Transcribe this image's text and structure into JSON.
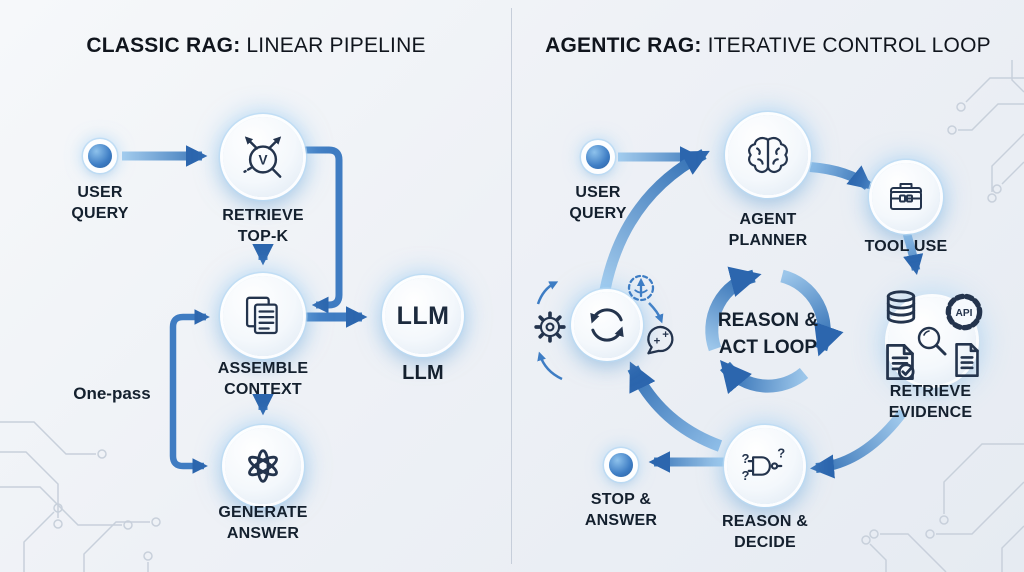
{
  "left": {
    "title": {
      "bold": "CLASSIC RAG:",
      "rest": "LINEAR PIPELINE"
    },
    "nodes": {
      "user_query": {
        "label": "USER QUERY",
        "icon": "dot-node-icon"
      },
      "retrieve_topk": {
        "label": "RETRIEVE TOP-K",
        "icon": "vector-search-icon",
        "glyph": "V"
      },
      "assemble_context": {
        "label": "ASSEMBLE CONTEXT",
        "icon": "documents-icon"
      },
      "llm": {
        "text": "LLM",
        "label": "LLM"
      },
      "generate_answer": {
        "label": "GENERATE ANSWER",
        "icon": "openai-icon"
      }
    },
    "annotation": "One-pass"
  },
  "right": {
    "title": {
      "bold": "AGENTIC RAG:",
      "rest": "ITERATIVE CONTROL LOOP"
    },
    "nodes": {
      "user_query": {
        "label": "USER QUERY",
        "icon": "dot-node-icon"
      },
      "agent_planner": {
        "label": "AGENT PLANNER",
        "icon": "brain-icon"
      },
      "tool_use": {
        "label": "TOOL USE",
        "icon": "toolbox-icon"
      },
      "retrieve_evidence": {
        "label": "RETRIEVE EVIDENCE",
        "icon": "magnifier-icon",
        "api_badge": "API",
        "satellites": [
          "database-icon",
          "api-gear-icon",
          "doc-check-icon",
          "doc-icon"
        ]
      },
      "reason_decide": {
        "label": "REASON & DECIDE",
        "icon": "logic-gate-icon"
      },
      "stop_answer": {
        "label": "STOP & ANSWER",
        "icon": "dot-node-icon"
      },
      "refine_cycle": {
        "icon": "cycle-icon",
        "satellites": [
          "gear-icon",
          "update-orbit-icon",
          "bubble-plus-icon"
        ]
      }
    },
    "center_loop": {
      "line1": "REASON &",
      "line2": "ACT LOOP"
    }
  },
  "glyphs": {
    "question_mark": "?",
    "plus": "+"
  },
  "colors": {
    "arrow_dark": "#2c66ae",
    "arrow_mid": "#3f7cc2",
    "arrow_light": "#a5cdee",
    "icon_ink": "#24344d",
    "text": "#14202e",
    "background": "#eef1f6",
    "node_glow": "#9fd0f2",
    "circuit": "#c8d0db"
  }
}
